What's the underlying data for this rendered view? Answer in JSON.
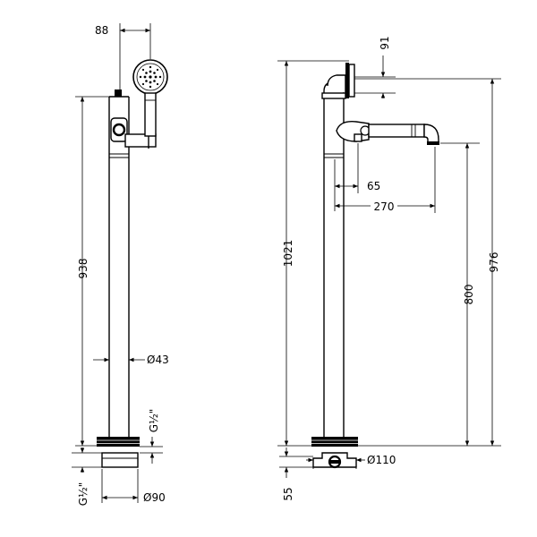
{
  "dimensions": {
    "handshower_offset": "88",
    "left_height": "938",
    "pipe_diameter": "Ø43",
    "thread_upper": "G½\"",
    "thread_lower": "G½\"",
    "base_diameter_left": "Ø90",
    "top_offset": "91",
    "total_height": "1021",
    "spout_height": "976",
    "outlet_offset": "65",
    "spout_reach": "270",
    "outlet_height": "800",
    "base_diameter_right": "Ø110",
    "base_depth": "55"
  }
}
